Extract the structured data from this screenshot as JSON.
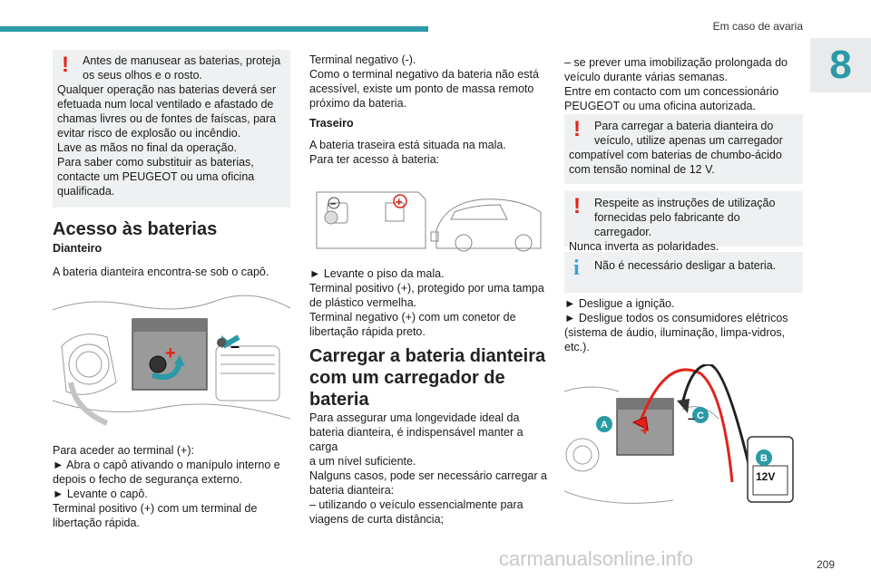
{
  "header": {
    "section": "Em caso de avaria",
    "chapter": "8"
  },
  "col1": {
    "warning_box": [
      "Antes de manusear as baterias, proteja",
      "os seus olhos e o rosto.",
      "Qualquer operação nas baterias deverá ser",
      "efetuada num local ventilado e afastado de",
      "chamas livres ou de fontes de faíscas, para",
      "evitar risco de explosão ou incêndio.",
      "Lave as mãos no final da operação.",
      "Para saber como substituir as baterias,",
      "contacte um PEUGEOT ou uma oficina",
      "qualificada."
    ],
    "heading": "Acesso às baterias",
    "subheading": "Dianteiro",
    "intro": "A bateria dianteira encontra-se sob o capô.",
    "after_fig": [
      "Para aceder ao terminal (+):",
      "► Abra o capô ativando o manípulo interno e",
      "depois o fecho de segurança externo.",
      "► Levante o capô.",
      "Terminal positivo (+) com um terminal de",
      "libertação rápida."
    ]
  },
  "col2": {
    "top": [
      "Terminal negativo (-).",
      "Como o terminal negativo da bateria não está",
      "acessível, existe um ponto de massa remoto",
      "próximo da bateria."
    ],
    "subheading": "Traseiro",
    "rear": [
      "A bateria traseira está situada na mala.",
      "Para ter acesso à bateria:"
    ],
    "after_fig": [
      "► Levante o piso da mala.",
      "Terminal positivo (+), protegido por uma tampa",
      "de plástico vermelha.",
      "Terminal negativo (+) com um conetor de",
      "libertação rápida preto."
    ],
    "heading": [
      "Carregar a bateria dianteira",
      "com um carregador de",
      "bateria"
    ],
    "body": [
      "Para assegurar uma longevidade ideal da",
      "bateria dianteira, é indispensável manter a carga",
      "a um nível suficiente.",
      "Nalguns casos, pode ser necessário carregar a",
      "bateria dianteira:",
      "– utilizando o veículo essencialmente para",
      "viagens de curta distância;"
    ]
  },
  "col3": {
    "top": [
      "– se prever uma imobilização prolongada do",
      "veículo durante várias semanas.",
      "Entre em contacto com um concessionário",
      "PEUGEOT ou uma oficina autorizada."
    ],
    "box1": [
      "Para carregar a bateria dianteira do",
      "veículo, utilize apenas um carregador",
      "compatível com baterias de chumbo-ácido",
      "com tensão nominal de 12 V."
    ],
    "box2": [
      "Respeite as instruções de utilização",
      "fornecidas pelo fabricante do carregador.",
      "Nunca inverta as polaridades."
    ],
    "box3": "Não é necessário desligar a bateria.",
    "steps": [
      "► Desligue a ignição.",
      "► Desligue todos os consumidores elétricos",
      "(sistema de áudio, iluminação, limpa-vidros,",
      "etc.)."
    ],
    "fig_labels": {
      "a": "A",
      "b": "B",
      "c": "C",
      "volt": "12V"
    }
  },
  "fig_signs": {
    "plus": "+",
    "minus": "–"
  },
  "footer": {
    "page": "209",
    "watermark": "carmanualsonline.info"
  },
  "colors": {
    "accent": "#2a9aa6",
    "warning": "#e2231a",
    "info": "#3aa0d8",
    "box_bg": "#eef0f1"
  }
}
